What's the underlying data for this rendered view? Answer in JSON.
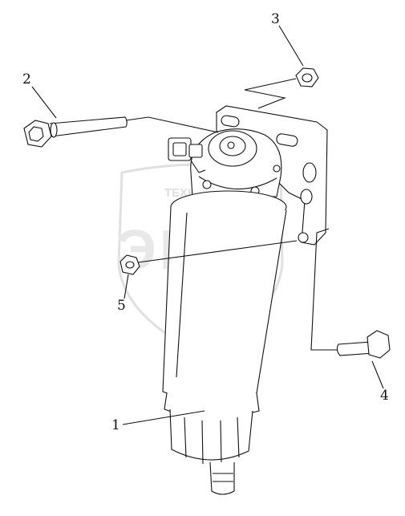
{
  "diagram": {
    "callouts": [
      {
        "id": "1",
        "label": "1"
      },
      {
        "id": "2",
        "label": "2"
      },
      {
        "id": "3",
        "label": "3"
      },
      {
        "id": "4",
        "label": "4"
      },
      {
        "id": "5",
        "label": "5"
      }
    ],
    "watermark": {
      "top_text": "ТЕХНИКА",
      "main_text": "ЭПФ",
      "color": "#d2d2d2"
    }
  }
}
